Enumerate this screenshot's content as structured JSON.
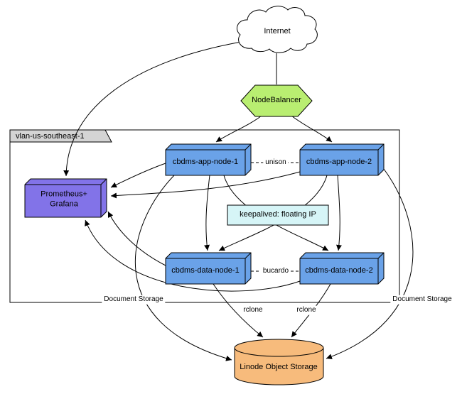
{
  "diagram": {
    "type": "infrastructure-architecture-diagram",
    "cluster": {
      "label": "vlan-us-southeast-1",
      "tab_fill": "#d4d4d4",
      "border_color": "#000000"
    },
    "nodes": {
      "internet": {
        "label": "Internet",
        "shape": "cloud",
        "fill": "#ffffff"
      },
      "nodebalancer": {
        "label": "NodeBalancer",
        "shape": "hexagon",
        "fill": "#b9ee71"
      },
      "app_node_1": {
        "label": "cbdms-app-node-1",
        "shape": "box3d",
        "fill": "#6aa2e8"
      },
      "app_node_2": {
        "label": "cbdms-app-node-2",
        "shape": "box3d",
        "fill": "#6aa2e8"
      },
      "prometheus": {
        "label": "Prometheus+\nGrafana",
        "shape": "box3d",
        "fill": "#8273e8"
      },
      "keepalived": {
        "label": "keepalived: floating IP",
        "shape": "rect",
        "fill": "#d6f5f7"
      },
      "data_node_1": {
        "label": "cbdms-data-node-1",
        "shape": "box3d",
        "fill": "#6aa2e8"
      },
      "data_node_2": {
        "label": "cbdms-data-node-2",
        "shape": "box3d",
        "fill": "#6aa2e8"
      },
      "object_storage": {
        "label": "Linode Object Storage",
        "shape": "cylinder",
        "fill": "#f7bb7c"
      }
    },
    "edge_labels": {
      "unison": "unison",
      "bucardo": "bucardo",
      "rclone_left": "rclone",
      "rclone_right": "rclone",
      "document_storage_left": "Document Storage",
      "document_storage_right": "Document Storage"
    }
  }
}
